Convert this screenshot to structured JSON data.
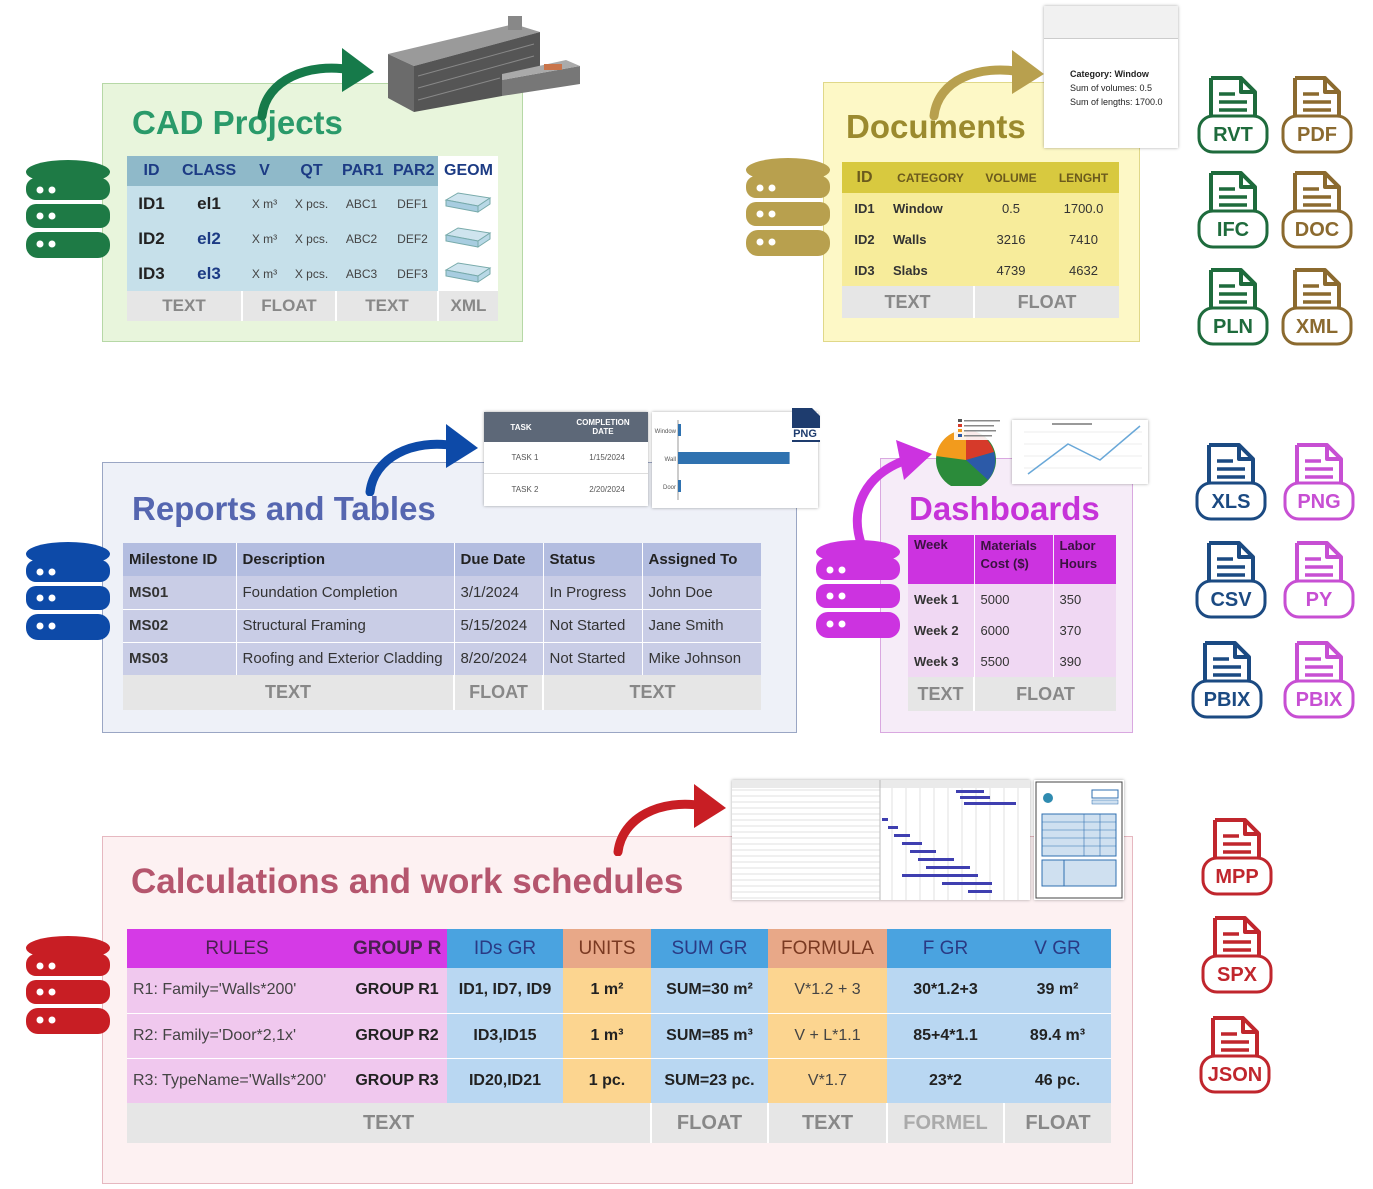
{
  "cad": {
    "title": "CAD Projects",
    "headers": [
      "ID",
      "CLASS",
      "V",
      "QT",
      "PAR1",
      "PAR2",
      "GEOM"
    ],
    "rows": [
      [
        "ID1",
        "el1",
        "X m³",
        "X pcs.",
        "ABC1",
        "DEF1"
      ],
      [
        "ID2",
        "el2",
        "X m³",
        "X pcs.",
        "ABC2",
        "DEF2"
      ],
      [
        "ID3",
        "el3",
        "X m³",
        "X pcs.",
        "ABC3",
        "DEF3"
      ]
    ],
    "types": [
      "TEXT",
      "FLOAT",
      "TEXT",
      "XML"
    ]
  },
  "documents": {
    "title": "Documents",
    "headers": [
      "ID",
      "CATEGORY",
      "VOLUME",
      "LENGHT"
    ],
    "rows": [
      [
        "ID1",
        "Window",
        "0.5",
        "1700.0"
      ],
      [
        "ID2",
        "Walls",
        "3216",
        "7410"
      ],
      [
        "ID3",
        "Slabs",
        "4739",
        "4632"
      ]
    ],
    "types": [
      "TEXT",
      "FLOAT"
    ],
    "popup": {
      "category": "Category: Window",
      "sum_volumes": "Sum of volumes: 0.5",
      "sum_lengths": "Sum of lengths: 1700.0"
    }
  },
  "reports": {
    "title": "Reports and Tables",
    "headers": [
      "Milestone ID",
      "Description",
      "Due Date",
      "Status",
      "Assigned To"
    ],
    "rows": [
      [
        "MS01",
        "Foundation Completion",
        "3/1/2024",
        "In Progress",
        "John Doe"
      ],
      [
        "MS02",
        "Structural Framing",
        "5/15/2024",
        "Not Started",
        "Jane Smith"
      ],
      [
        "MS03",
        "Roofing and Exterior Cladding",
        "8/20/2024",
        "Not Started",
        "Mike Johnson"
      ]
    ],
    "types": [
      "TEXT",
      "FLOAT",
      "TEXT"
    ],
    "thumb": {
      "headers": [
        "TASK",
        "COMPLETION DATE"
      ],
      "rows": [
        [
          "TASK 1",
          "1/15/2024"
        ],
        [
          "TASK 2",
          "2/20/2024"
        ]
      ],
      "bars": [
        {
          "label": "Window",
          "value": 0.1
        },
        {
          "label": "Wall",
          "value": 6.2
        },
        {
          "label": "Door",
          "value": 0.1
        }
      ],
      "badge": "PNG"
    }
  },
  "dashboards": {
    "title": "Dashboards",
    "headers": [
      "Week",
      "Materials Cost ($)",
      "Labor Hours"
    ],
    "rows": [
      [
        "Week 1",
        "5000",
        "350"
      ],
      [
        "Week 2",
        "6000",
        "370"
      ],
      [
        "Week 3",
        "5500",
        "390"
      ]
    ],
    "types": [
      "TEXT",
      "FLOAT"
    ]
  },
  "calc": {
    "title": "Calculations and work schedules",
    "headers": [
      "RULES",
      "GROUP R",
      "IDs GR",
      "UNITS",
      "SUM GR",
      "FORMULA",
      "F GR",
      "V GR"
    ],
    "rows": [
      [
        "R1: Family='Walls*200'",
        "GROUP R1",
        "ID1, ID7, ID9",
        "1 m²",
        "SUM=30 m²",
        "V*1.2 + 3",
        "30*1.2+3",
        "39 m²"
      ],
      [
        "R2: Family='Door*2,1x'",
        "GROUP R2",
        "ID3,ID15",
        "1 m³",
        "SUM=85 m³",
        "V + L*1.1",
        "85+4*1.1",
        "89.4 m³"
      ],
      [
        "R3: TypeName='Walls*200'",
        "GROUP R3",
        "ID20,ID21",
        "1 pc.",
        "SUM=23 pc.",
        "V*1.7",
        "23*2",
        "46 pc."
      ]
    ],
    "types": [
      "TEXT",
      "FLOAT",
      "TEXT",
      "FORMEL",
      "FLOAT"
    ]
  },
  "file_icons": [
    {
      "label": "RVT",
      "color": "#1e6b3c"
    },
    {
      "label": "PDF",
      "color": "#8b6a2f"
    },
    {
      "label": "IFC",
      "color": "#1e6b3c"
    },
    {
      "label": "DOC",
      "color": "#8b6a2f"
    },
    {
      "label": "PLN",
      "color": "#1e6b3c"
    },
    {
      "label": "XML",
      "color": "#8b6a2f"
    },
    {
      "label": "XLS",
      "color": "#1b4a82"
    },
    {
      "label": "PNG",
      "color": "#c74fd3"
    },
    {
      "label": "CSV",
      "color": "#1b4a82"
    },
    {
      "label": "PY",
      "color": "#c74fd3"
    },
    {
      "label": "PBIX",
      "color": "#1b4a82"
    },
    {
      "label": "PBIX",
      "color": "#c74fd3"
    },
    {
      "label": "MPP",
      "color": "#c0262d"
    },
    {
      "label": "SPX",
      "color": "#c0262d"
    },
    {
      "label": "JSON",
      "color": "#c0262d"
    }
  ],
  "colors": {
    "green": "#1e7a45",
    "gold": "#b8a04e",
    "blue": "#0d4aa8",
    "magenta": "#cc33e0",
    "red": "#c81e24"
  }
}
